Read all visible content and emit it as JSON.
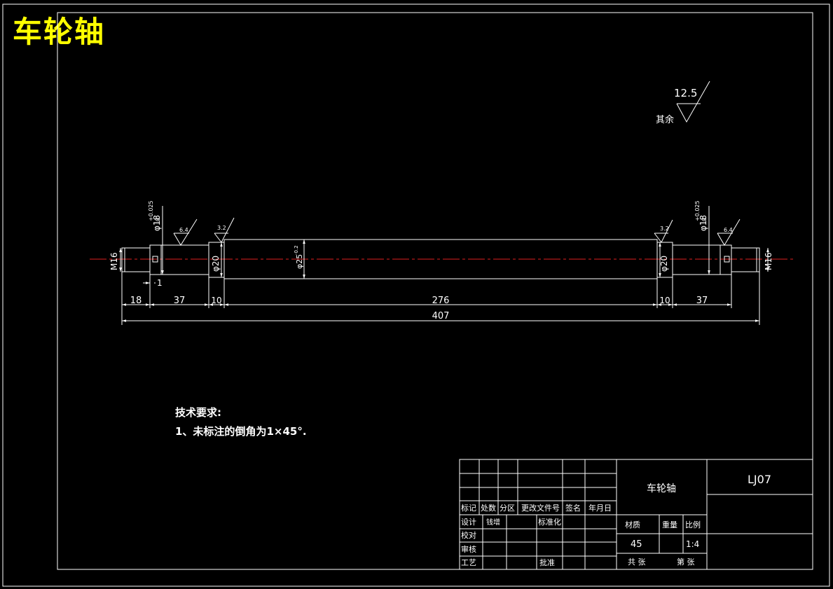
{
  "header": {
    "title": "车轮轴"
  },
  "roughness": {
    "general_value": "12.5",
    "general_label": "其余"
  },
  "shaft": {
    "left_thread": "M16",
    "right_thread": "M16",
    "left_bearing_dia": "φ18",
    "left_bearing_tol_upper": "+0.025",
    "left_bearing_tol_lower": "0",
    "right_bearing_dia": "φ18",
    "right_bearing_tol_upper": "+0.025",
    "right_bearing_tol_lower": "0",
    "left_shoulder_dia": "φ20",
    "right_shoulder_dia": "φ20",
    "middle_dia": "φ25",
    "middle_tol": "-0.2",
    "left_roughness_bearing": "6.4",
    "left_roughness_shoulder": "3.2",
    "right_roughness_shoulder": "3.2",
    "right_roughness_bearing": "6.4",
    "groove_dim": "1"
  },
  "dimensions": {
    "d_left_thread": "18",
    "d_left_bearing": "37",
    "d_left_shoulder": "10",
    "d_middle": "276",
    "d_right_shoulder": "10",
    "d_right_bearing": "37",
    "d_total": "407"
  },
  "notes": {
    "heading": "技术要求:",
    "line1": "1、未标注的倒角为1×45°."
  },
  "title_block": {
    "part_name": "车轮轴",
    "drawing_no": "LJ07",
    "col_mark": "标记",
    "col_count": "处数",
    "col_zone": "分区",
    "col_change_doc": "更改文件号",
    "col_sign": "签名",
    "col_date": "年月日",
    "row_design": "设计",
    "designer": "钱增",
    "row_standard": "标准化",
    "row_check": "校对",
    "row_review": "审核",
    "row_process": "工艺",
    "row_approve": "批准",
    "lbl_material": "材质",
    "lbl_weight": "重量",
    "lbl_scale": "比例",
    "material": "45",
    "scale": "1:4",
    "lbl_sheets": "共 张",
    "lbl_sheet_no": "第 张"
  }
}
